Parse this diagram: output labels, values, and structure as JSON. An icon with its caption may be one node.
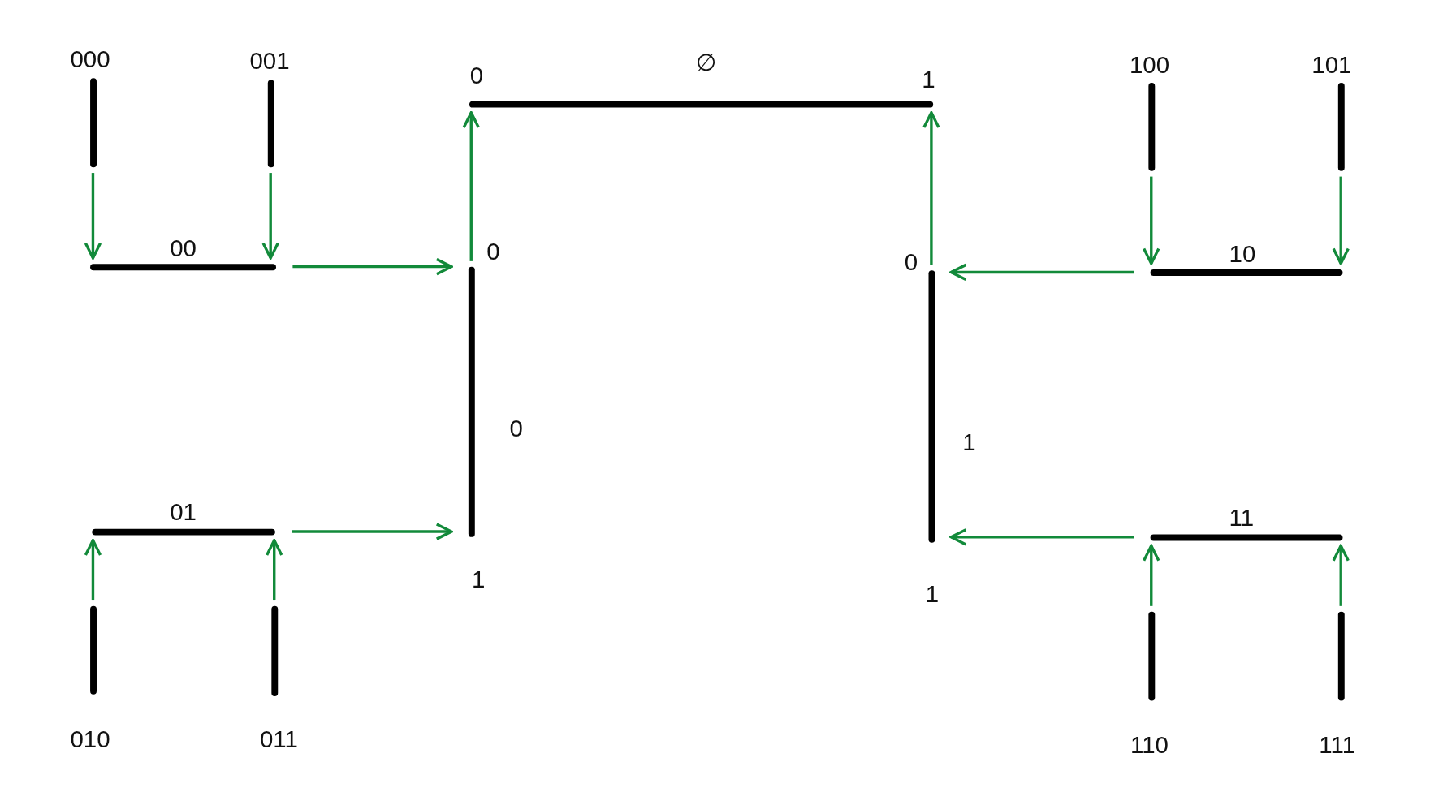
{
  "diagram": {
    "nodes": [
      {
        "text": [
          "000"
        ]
      },
      {
        "text": [
          "001"
        ]
      },
      {
        "text": [
          "0",
          "∅",
          "1"
        ]
      },
      {
        "text": [
          "100"
        ]
      },
      {
        "text": [
          "101"
        ]
      },
      {
        "text": [
          "00"
        ]
      },
      {
        "text": [
          "0",
          "0",
          "1"
        ]
      },
      {
        "text": [
          "0",
          "1",
          "1"
        ]
      },
      {
        "text": [
          "10"
        ]
      },
      {
        "text": [
          "01"
        ]
      },
      {
        "text": [
          "11"
        ]
      },
      {
        "text": [
          "010"
        ]
      },
      {
        "text": [
          "011"
        ]
      },
      {
        "text": [
          "110"
        ]
      },
      {
        "text": [
          "111"
        ]
      }
    ],
    "edges": [
      {
        "from": 0,
        "to": 5,
        "arrow": "to"
      },
      {
        "from": 1,
        "to": 5,
        "arrow": "to"
      },
      {
        "from": 11,
        "to": 9,
        "arrow": "to"
      },
      {
        "from": 12,
        "to": 9,
        "arrow": "to"
      },
      {
        "from": 5,
        "to": 6,
        "arrow": "to"
      },
      {
        "from": 9,
        "to": 6,
        "arrow": "to"
      },
      {
        "from": 6,
        "to": 2,
        "arrow": "to"
      },
      {
        "from": 3,
        "to": 8,
        "arrow": "to"
      },
      {
        "from": 4,
        "to": 8,
        "arrow": "to"
      },
      {
        "from": 13,
        "to": 10,
        "arrow": "to"
      },
      {
        "from": 14,
        "to": 10,
        "arrow": "to"
      },
      {
        "from": 8,
        "to": 7,
        "arrow": "to"
      },
      {
        "from": 10,
        "to": 7,
        "arrow": "to"
      },
      {
        "from": 7,
        "to": 2,
        "arrow": "to"
      }
    ]
  }
}
